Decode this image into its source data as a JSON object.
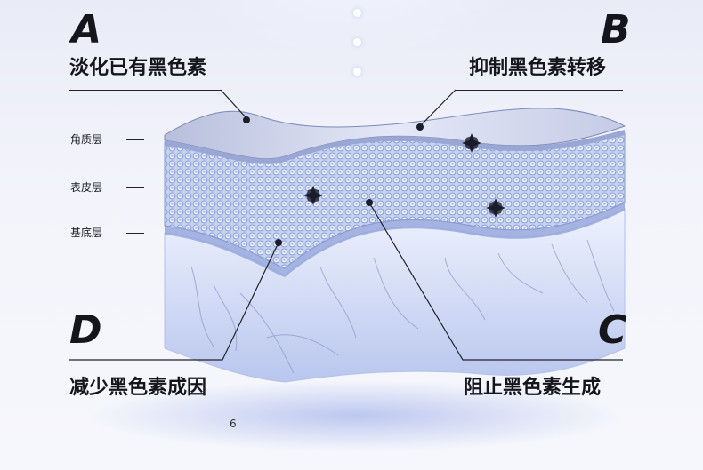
{
  "points": {
    "a": {
      "letter": "A",
      "title": "淡化已有黑色素"
    },
    "b": {
      "letter": "B",
      "title": "抑制黑色素转移"
    },
    "c": {
      "letter": "C",
      "title": "阻止黑色素生成"
    },
    "d": {
      "letter": "D",
      "title": "减少黑色素成因"
    }
  },
  "layers": [
    "角质层",
    "表皮层",
    "基底层"
  ],
  "page_number": "6",
  "colors": {
    "text": "#15161c",
    "skin_surface": "#c9cfe9",
    "dermis": "#dfe6fb",
    "cell": "#8fa3d8",
    "melanin": "#1c1d2b"
  }
}
